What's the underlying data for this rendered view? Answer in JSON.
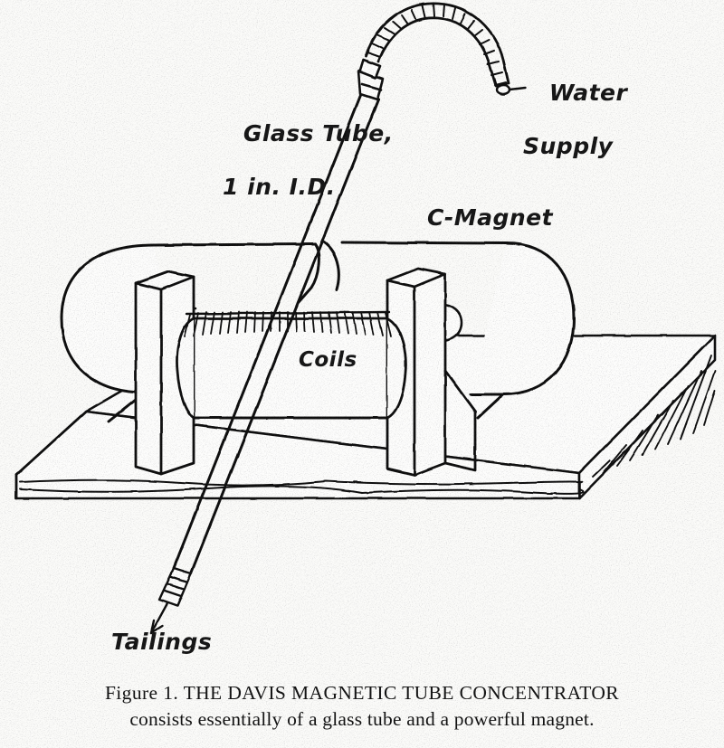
{
  "figure": {
    "background_color": "#fbfbf9",
    "ink_color": "#111111",
    "caption": {
      "line1": "Figure 1.   THE DAVIS MAGNETIC TUBE CONCENTRATOR",
      "line2": "consists essentially of a glass tube and a powerful magnet."
    },
    "labels": {
      "glass_tube_line1": "Glass Tube,",
      "glass_tube_line2": "1 in. I.D.",
      "water_supply_line1": "Water",
      "water_supply_line2": "Supply",
      "c_magnet": "C-Magnet",
      "coils": "Coils",
      "tailings": "Tailings"
    },
    "parts": {
      "hose": "braided-water-hose",
      "clamp": "hose-clamp-fitting",
      "tube": "inclined-glass-tube",
      "tube_outlet": "tailings-discharge-tip",
      "yoke": "c-magnet-yoke",
      "pole_left": "left-pole-piece",
      "pole_right": "right-pole-piece",
      "coil": "magnet-coil-winding",
      "base": "wooden-baseboard"
    }
  }
}
